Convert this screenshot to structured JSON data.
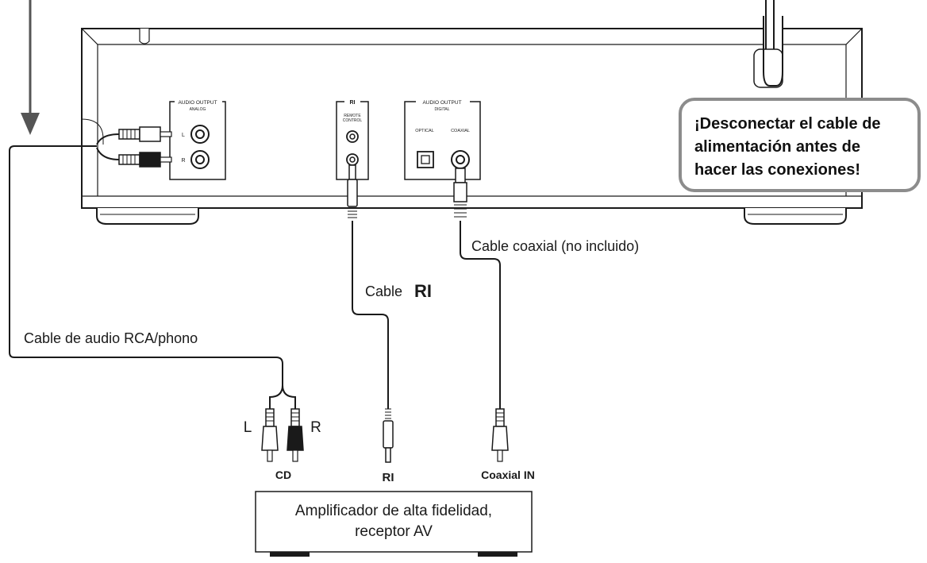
{
  "panels": {
    "analog_title": "AUDIO OUTPUT",
    "analog_sub": "ANALOG",
    "left_label": "L",
    "right_label": "R",
    "ri_title": "RI",
    "remote_line1": "REMOTE",
    "remote_line2": "CONTROL",
    "digital_title": "AUDIO OUTPUT",
    "digital_sub": "DIGITAL",
    "optical_label": "OPTICAL",
    "coaxial_label": "COAXIAL"
  },
  "warning": {
    "line1": "¡Desconectar el cable de",
    "line2": "alimentación antes de",
    "line3": "hacer las conexiones!"
  },
  "cables": {
    "coaxial": "Cable coaxial (no incluido)",
    "ri_prefix": "Cable",
    "ri_logo": "RI",
    "rca": "Cable de audio RCA/phono"
  },
  "amp_inputs": {
    "left": "L",
    "right": "R",
    "cd": "CD",
    "ri": "RI",
    "coaxial_in": "Coaxial IN"
  },
  "amplifier": {
    "line1": "Amplificador de alta fidelidad,",
    "line2": "receptor AV"
  }
}
